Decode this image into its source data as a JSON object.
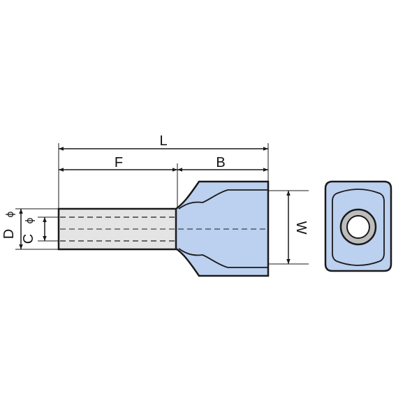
{
  "labels": {
    "L": "L",
    "F": "F",
    "B": "B",
    "W": "W",
    "D": "D",
    "C": "C",
    "phi": "ϕ"
  },
  "colors": {
    "outline": "#1a1a1a",
    "insulation": "#bcd0ef",
    "tube": "#e4e4e4",
    "ring": "#bdbdbd",
    "hole": "#ffffff"
  }
}
